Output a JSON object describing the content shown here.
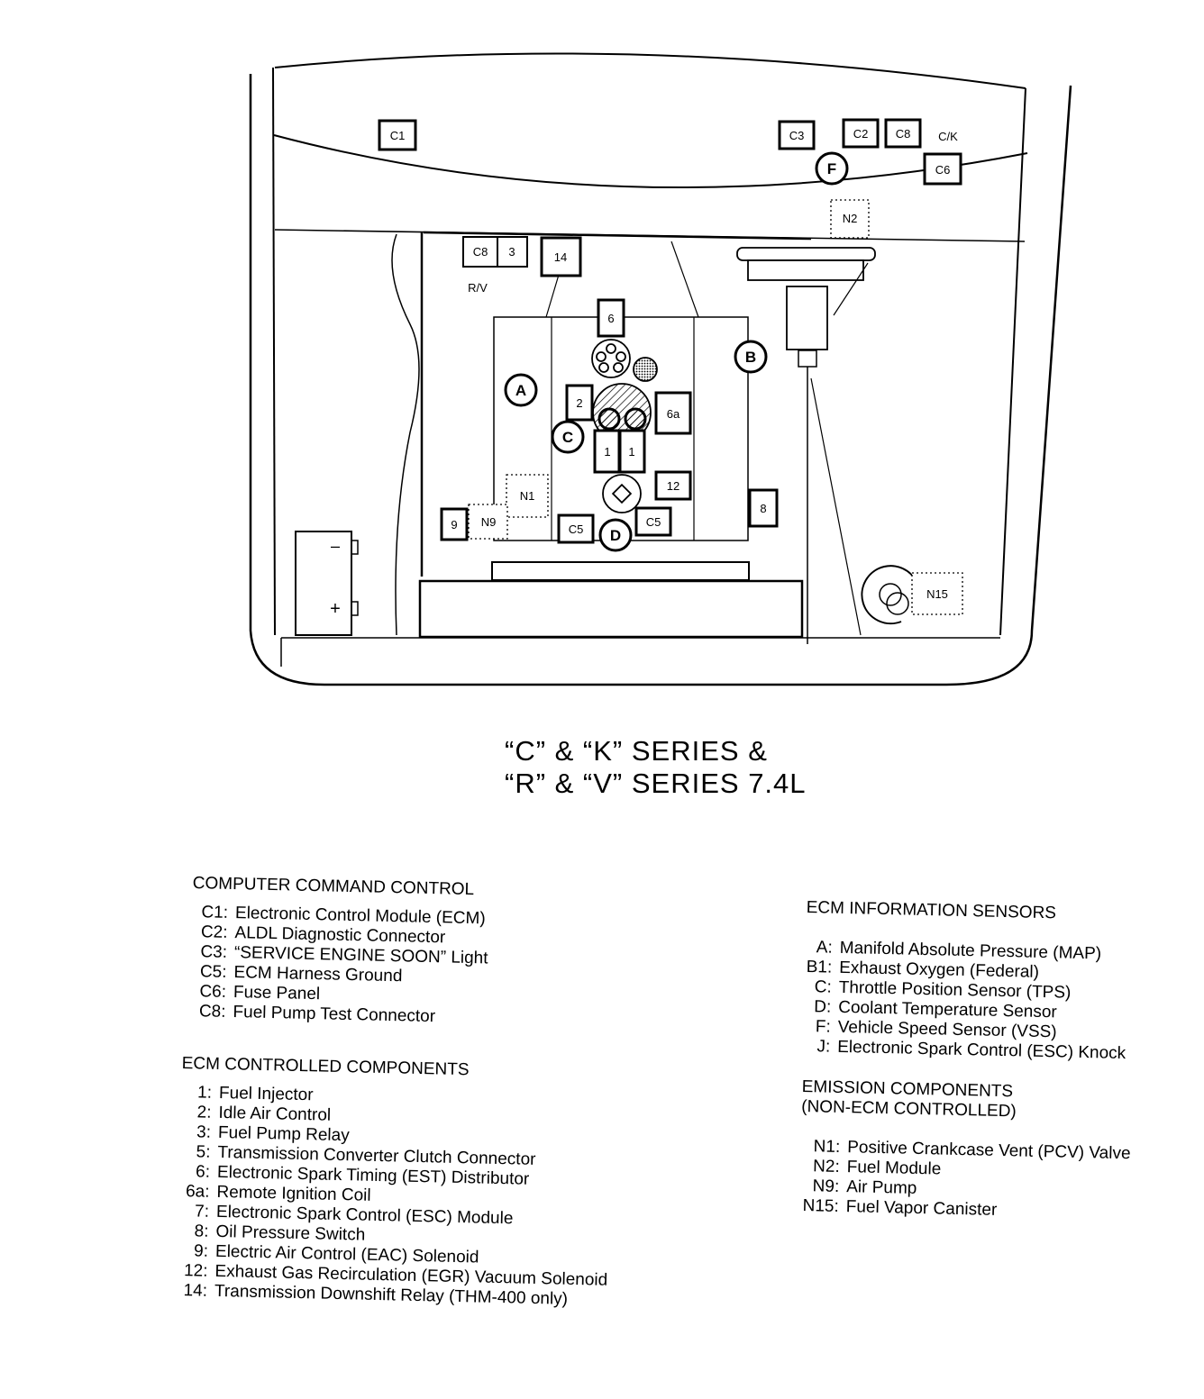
{
  "diagram": {
    "labels": {
      "c1": "C1",
      "c3": "C3",
      "c2": "C2",
      "c8_top": "C8",
      "ck": "C/K",
      "c6": "C6",
      "f": "F",
      "n2": "N2",
      "c8_low": "C8",
      "relay3": "3",
      "relay14": "14",
      "rv": "R/V",
      "b6": "6",
      "a": "A",
      "b": "B",
      "b2": "2",
      "c": "C",
      "b6a": "6a",
      "inj1a": "1",
      "inj1b": "1",
      "b12": "12",
      "n1": "N1",
      "b8": "8",
      "b9": "9",
      "n9": "N9",
      "c5a": "C5",
      "d": "D",
      "c5b": "C5",
      "n15": "N15",
      "bat_neg": "–",
      "bat_pos": "+"
    }
  },
  "title": {
    "line1": "“C” & “K” SERIES &",
    "line2": "“R” & “V” SERIES 7.4L"
  },
  "computer_command_control": {
    "heading": "COMPUTER COMMAND CONTROL",
    "items": [
      {
        "code": "C1:",
        "text": "Electronic Control Module (ECM)"
      },
      {
        "code": "C2:",
        "text": "ALDL Diagnostic Connector"
      },
      {
        "code": "C3:",
        "text": "“SERVICE ENGINE SOON” Light"
      },
      {
        "code": "C5:",
        "text": "ECM Harness Ground"
      },
      {
        "code": "C6:",
        "text": "Fuse Panel"
      },
      {
        "code": "C8:",
        "text": "Fuel Pump Test Connector"
      }
    ]
  },
  "ecm_controlled_components": {
    "heading": "ECM CONTROLLED COMPONENTS",
    "items": [
      {
        "code": "1:",
        "text": "Fuel Injector"
      },
      {
        "code": "2:",
        "text": "Idle Air Control"
      },
      {
        "code": "3:",
        "text": "Fuel Pump Relay"
      },
      {
        "code": "5:",
        "text": "Transmission Converter Clutch Connector"
      },
      {
        "code": "6:",
        "text": "Electronic Spark Timing (EST) Distributor"
      },
      {
        "code": "6a:",
        "text": "Remote Ignition Coil"
      },
      {
        "code": "7:",
        "text": "Electronic Spark Control (ESC) Module"
      },
      {
        "code": "8:",
        "text": "Oil Pressure Switch"
      },
      {
        "code": "9:",
        "text": "Electric Air Control (EAC) Solenoid"
      },
      {
        "code": "12:",
        "text": "Exhaust Gas Recirculation (EGR) Vacuum Solenoid"
      },
      {
        "code": "14:",
        "text": "Transmission Downshift Relay (THM-400 only)"
      }
    ]
  },
  "ecm_information_sensors": {
    "heading": "ECM INFORMATION SENSORS",
    "items": [
      {
        "code": "A:",
        "text": "Manifold Absolute Pressure (MAP)"
      },
      {
        "code": "B1:",
        "text": "Exhaust Oxygen (Federal)"
      },
      {
        "code": "C:",
        "text": "Throttle Position Sensor (TPS)"
      },
      {
        "code": "D:",
        "text": "Coolant Temperature Sensor"
      },
      {
        "code": "F:",
        "text": "Vehicle Speed Sensor (VSS)"
      },
      {
        "code": "J:",
        "text": "Electronic Spark Control (ESC) Knock"
      }
    ]
  },
  "emission_components": {
    "heading_line1": "EMISSION COMPONENTS",
    "heading_line2": "(NON-ECM CONTROLLED)",
    "items": [
      {
        "code": "N1:",
        "text": "Positive Crankcase Vent (PCV) Valve"
      },
      {
        "code": "N2:",
        "text": "Fuel Module"
      },
      {
        "code": "N9:",
        "text": "Air Pump"
      },
      {
        "code": "N15:",
        "text": "Fuel Vapor Canister"
      }
    ]
  }
}
